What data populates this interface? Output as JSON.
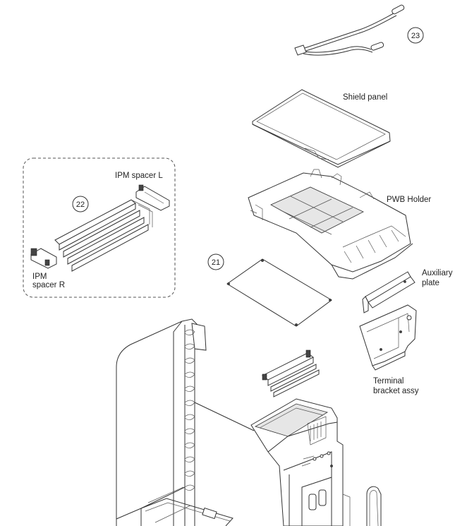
{
  "diagram": {
    "labels": {
      "shield_panel": "Shield panel",
      "pwb_holder": "PWB Holder",
      "ipm_spacer_l": "IPM spacer L",
      "ipm_spacer_r_line1": "IPM",
      "ipm_spacer_r_line2": "spacer R",
      "auxiliary_plate_line1": "Auxiliary",
      "auxiliary_plate_line2": "plate",
      "terminal_bracket_line1": "Terminal",
      "terminal_bracket_line2": "bracket assy"
    },
    "callouts": {
      "n21": "21",
      "n22": "22",
      "n23": "23"
    }
  }
}
